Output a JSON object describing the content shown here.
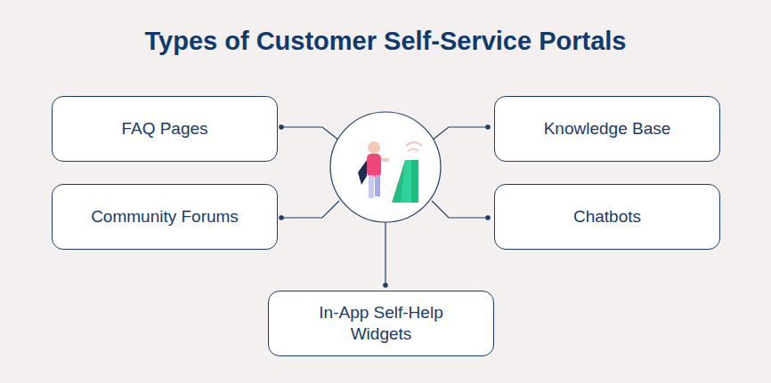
{
  "diagram": {
    "title": "Types of Customer Self-Service Portals",
    "nodes": [
      {
        "text": [
          "FAQ Pages"
        ]
      },
      {
        "text": [
          "Knowledge Base"
        ]
      },
      {
        "text": [
          "Community Forums"
        ]
      },
      {
        "text": [
          "Chatbots"
        ]
      },
      {
        "text": [
          "In-App Self-Help Widgets"
        ]
      }
    ]
  }
}
